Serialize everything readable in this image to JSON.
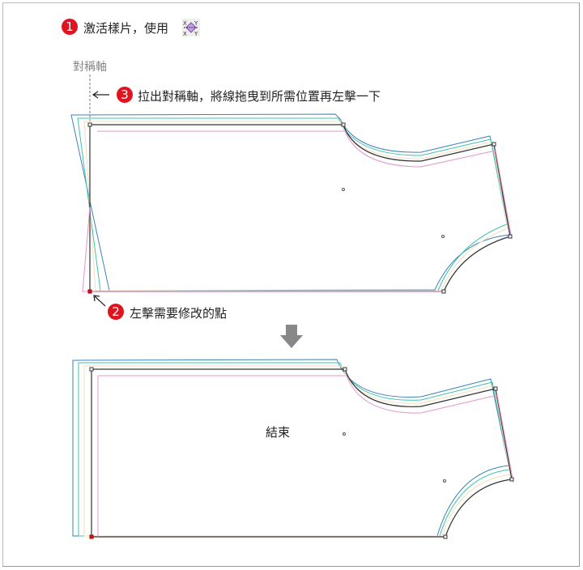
{
  "steps": [
    {
      "num": "1",
      "text": "激活樣片，使用"
    },
    {
      "num": "2",
      "text": "左擊需要修改的點"
    },
    {
      "num": "3",
      "text": "拉出對稱軸，將線拖曳到所需位置再左擊一下"
    }
  ],
  "axis_label": "對稱軸",
  "end_label": "結束",
  "icons": {
    "mirror_tool": "symmetry-axis-tool-icon",
    "arrow_down": "down-arrow-icon"
  },
  "colors": {
    "outline": "#333333",
    "blue": "#3a82b8",
    "teal": "#3cc3ae",
    "yellow": "#f4dfb8",
    "pink": "#e294cc",
    "badge": "#e0141e"
  }
}
